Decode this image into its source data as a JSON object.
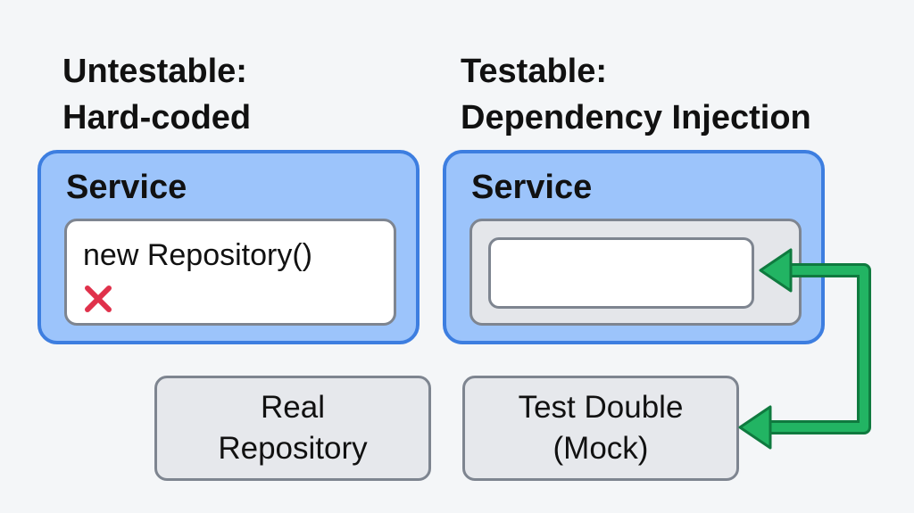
{
  "left_panel": {
    "heading_line1": "Untestable:",
    "heading_line2": "Hard-coded",
    "service_title": "Service",
    "inner_code": "new Repository()",
    "status_icon": "red-x-icon",
    "dependency_line1": "Real",
    "dependency_line2": "Repository"
  },
  "right_panel": {
    "heading_line1": "Testable:",
    "heading_line2": "Dependency Injection",
    "service_title": "Service",
    "dependency_line1": "Test Double",
    "dependency_line2": "(Mock)"
  },
  "colors": {
    "service_fill": "#9cc4fb",
    "service_border": "#3d7ee0",
    "arrow": "#1fa45a",
    "x_mark": "#e0314b",
    "box_border": "#7e8590"
  }
}
